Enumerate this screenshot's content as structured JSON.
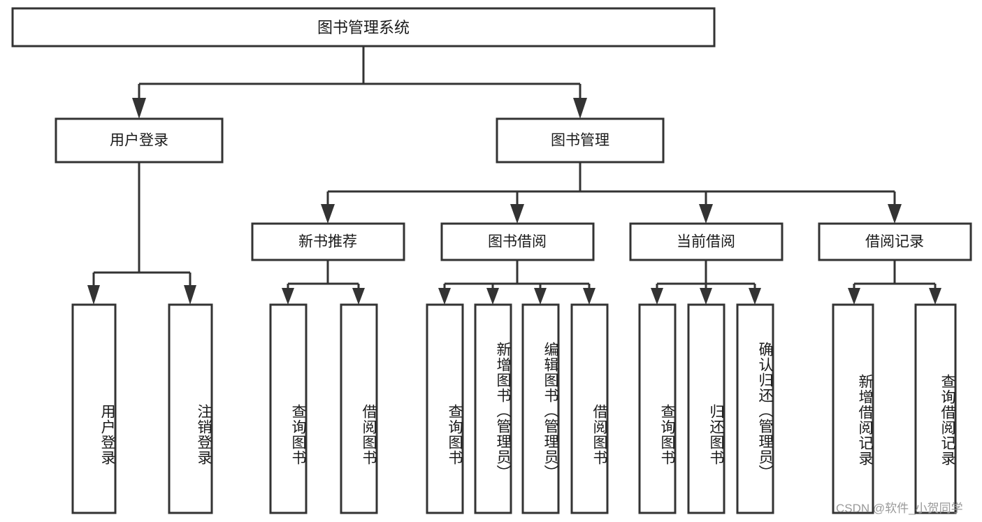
{
  "diagram": {
    "type": "tree-hierarchy",
    "title_node": {
      "label": "图书管理系统"
    },
    "level1": [
      {
        "id": "user-login",
        "label": "用户登录"
      },
      {
        "id": "book-management",
        "label": "图书管理"
      }
    ],
    "level2": [
      {
        "id": "new-book-recommend",
        "label": "新书推荐",
        "parent": "book-management"
      },
      {
        "id": "book-borrow",
        "label": "图书借阅",
        "parent": "book-management"
      },
      {
        "id": "current-borrow",
        "label": "当前借阅",
        "parent": "book-management"
      },
      {
        "id": "borrow-record",
        "label": "借阅记录",
        "parent": "book-management"
      }
    ],
    "leaves": [
      {
        "id": "leaf-user-login",
        "label": "用户登录",
        "parent": "user-login"
      },
      {
        "id": "leaf-logout-login",
        "label": "注销登录",
        "parent": "user-login"
      },
      {
        "id": "leaf-query-book-1",
        "label": "查询图书",
        "parent": "new-book-recommend"
      },
      {
        "id": "leaf-borrow-book-1",
        "label": "借阅图书",
        "parent": "new-book-recommend"
      },
      {
        "id": "leaf-query-book-2",
        "label": "查询图书",
        "parent": "book-borrow"
      },
      {
        "id": "leaf-add-book",
        "label": "新增图书（管理员）",
        "parent": "book-borrow"
      },
      {
        "id": "leaf-edit-book",
        "label": "编辑图书（管理员）",
        "parent": "book-borrow"
      },
      {
        "id": "leaf-borrow-book-2",
        "label": "借阅图书",
        "parent": "book-borrow"
      },
      {
        "id": "leaf-query-book-3",
        "label": "查询图书",
        "parent": "current-borrow"
      },
      {
        "id": "leaf-return-book",
        "label": "归还图书",
        "parent": "current-borrow"
      },
      {
        "id": "leaf-confirm-return",
        "label": "确认归还（管理员）",
        "parent": "current-borrow"
      },
      {
        "id": "leaf-add-record",
        "label": "新增借阅记录",
        "parent": "borrow-record"
      },
      {
        "id": "leaf-query-record",
        "label": "查询借阅记录",
        "parent": "borrow-record"
      }
    ]
  },
  "watermark": {
    "text": "CSDN @软件_小贺同学"
  },
  "colors": {
    "stroke": "#333333",
    "box_fill": "#ffffff",
    "text": "#1a1a1a",
    "watermark": "#9a9a9a",
    "background": "#ffffff"
  }
}
